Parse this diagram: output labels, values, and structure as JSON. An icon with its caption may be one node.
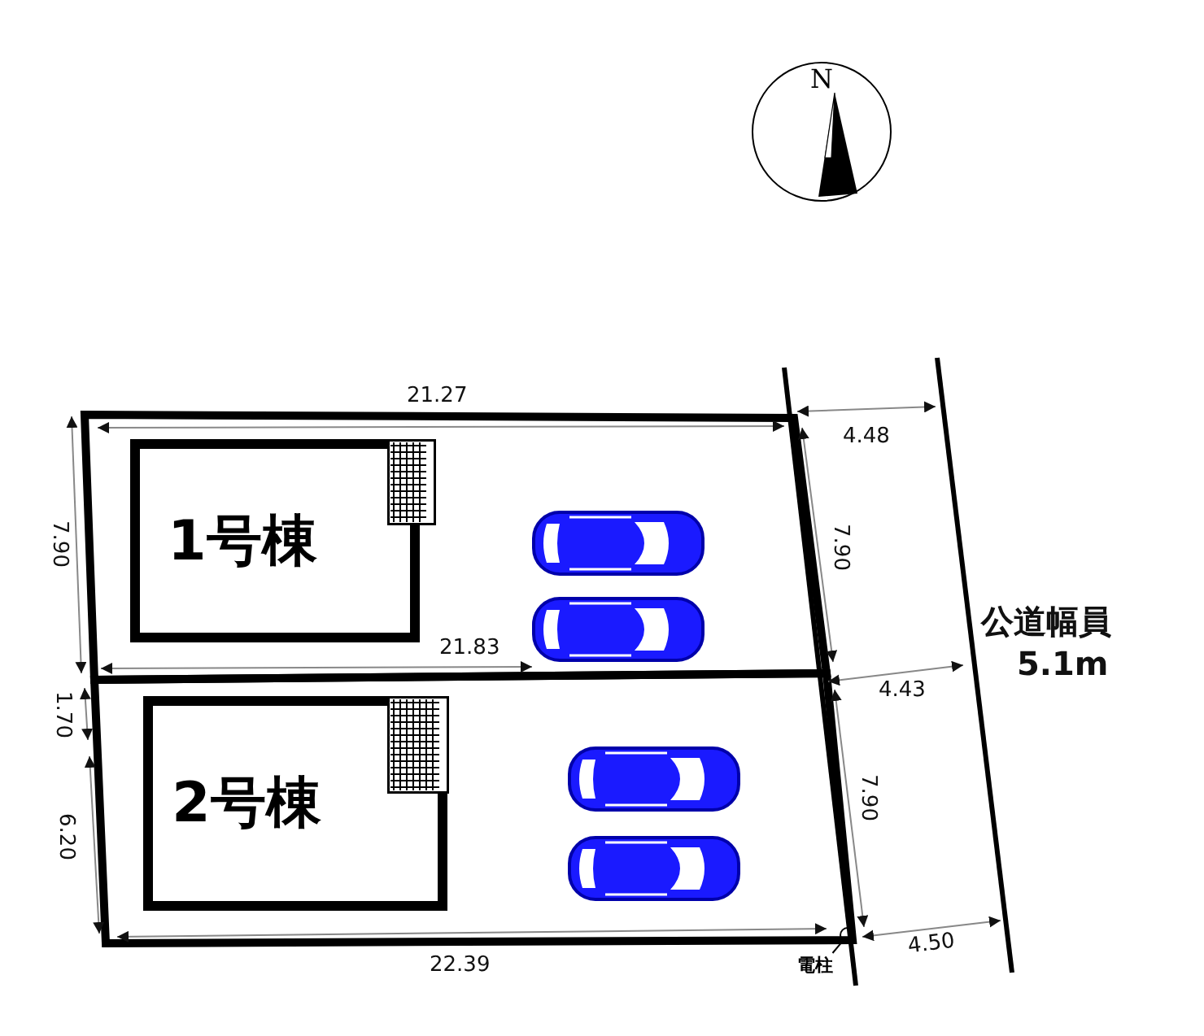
{
  "diagram": {
    "nodes": [
      {
        "text": [
          "N"
        ]
      },
      {
        "text": [
          "1号棟"
        ]
      },
      {
        "text": [
          "2号棟"
        ]
      },
      {
        "text": [
          "電柱"
        ]
      },
      {
        "text": [],
        "shape": "circle"
      }
    ],
    "edges": [
      {
        "from": 3,
        "to": 4,
        "arrow": "none"
      }
    ],
    "labels": [
      "21.27",
      "4.48",
      "7.90",
      "7.90",
      "公道幅員",
      "21.83",
      "5.1m",
      "4.43",
      "1.70",
      "7.90",
      "6.20",
      "4.50",
      "22.39"
    ]
  }
}
